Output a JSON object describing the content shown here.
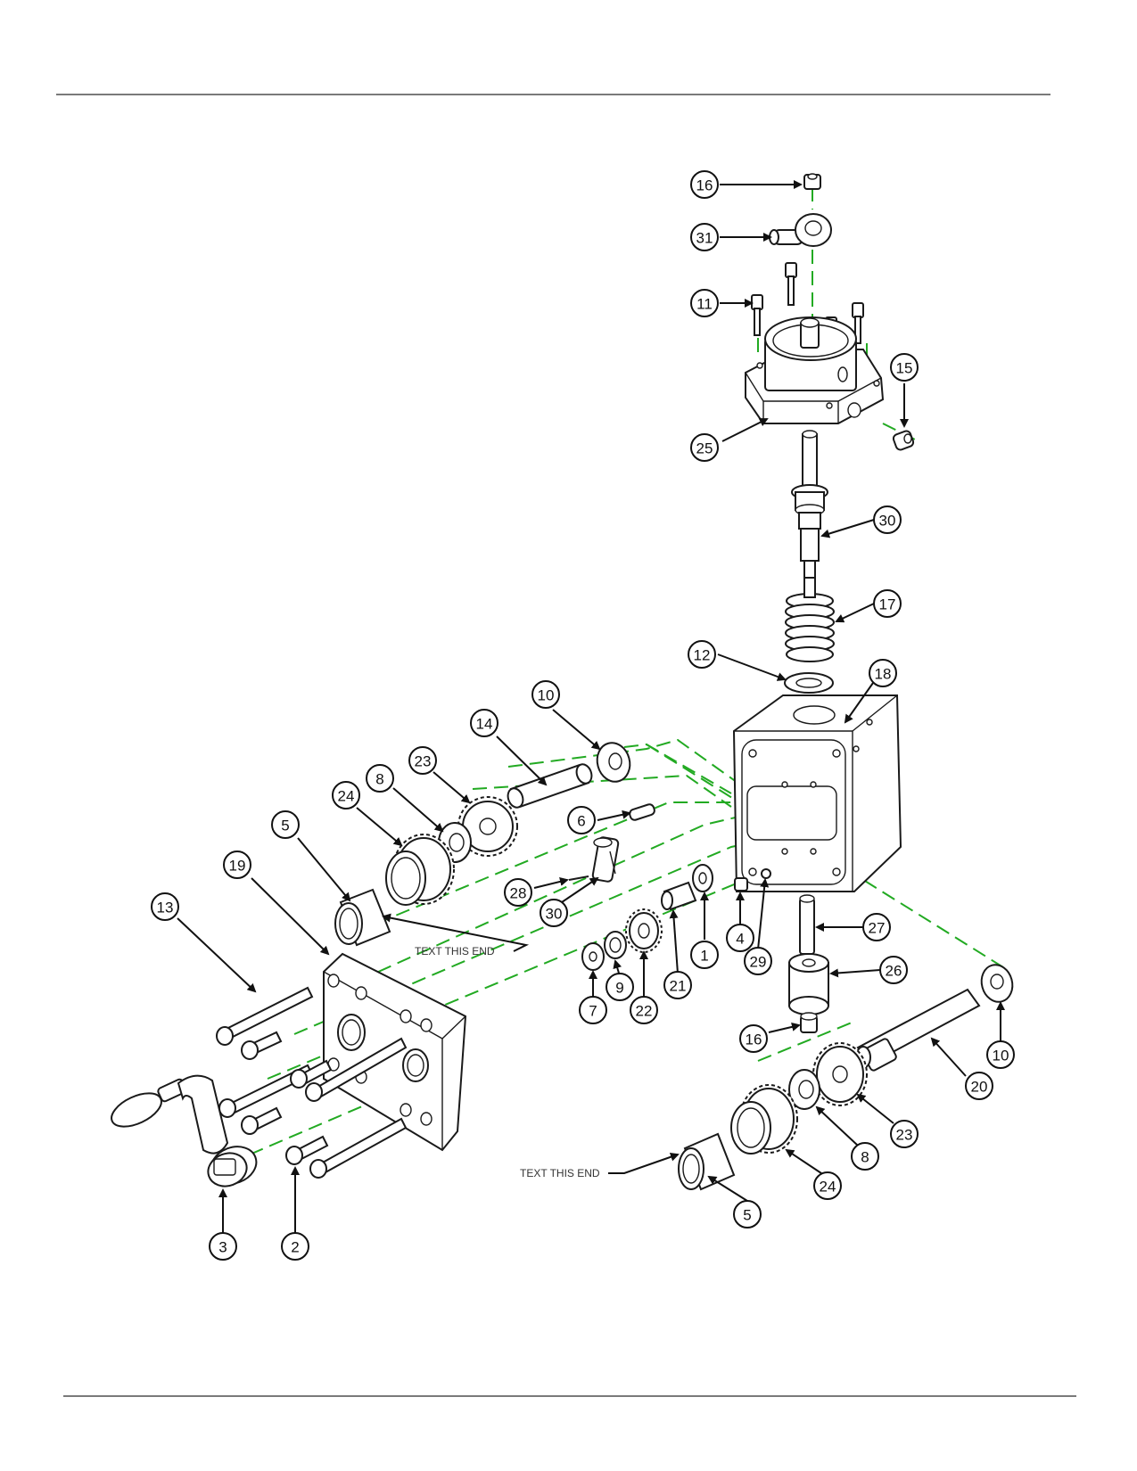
{
  "notes": {
    "text_this_end_1": "TEXT THIS END",
    "text_this_end_2": "TEXT THIS END"
  },
  "callouts": [
    "16",
    "31",
    "11",
    "15",
    "25",
    "30",
    "17",
    "12",
    "18",
    "10",
    "14",
    "23",
    "8",
    "24",
    "6",
    "5",
    "19",
    "28",
    "30",
    "13",
    "4",
    "29",
    "1",
    "21",
    "22",
    "9",
    "7",
    "27",
    "26",
    "16",
    "10",
    "20",
    "23",
    "8",
    "24",
    "5",
    "3",
    "2"
  ]
}
